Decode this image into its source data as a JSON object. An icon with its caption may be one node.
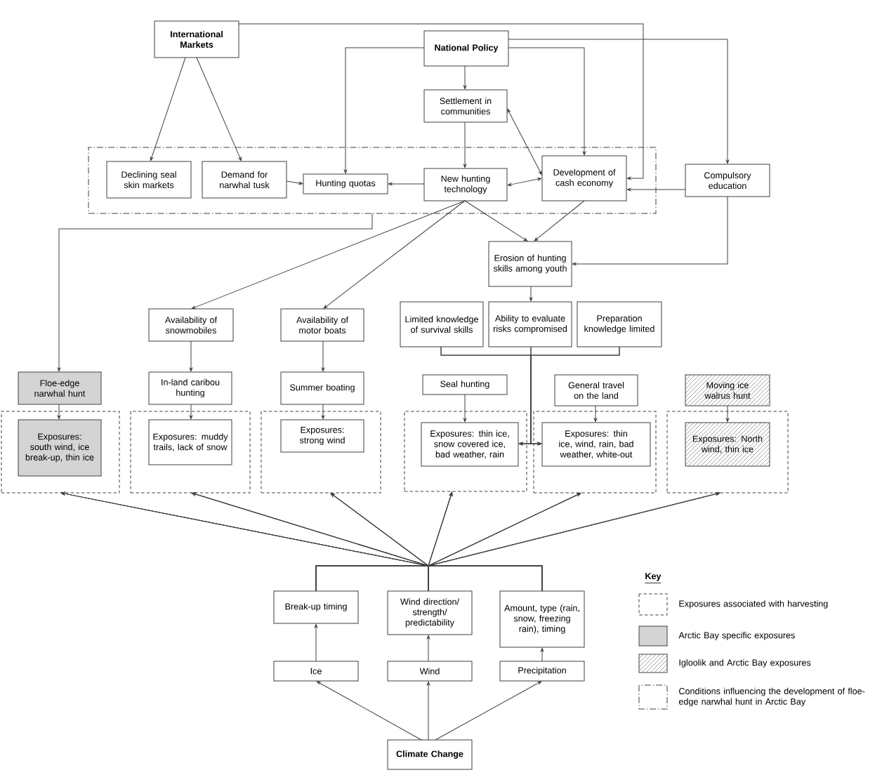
{
  "diagram": {
    "nodes": [
      {
        "text": [
          "International Markets"
        ]
      },
      {
        "text": [
          "National Policy"
        ]
      },
      {
        "text": [
          "Settlement in communities"
        ]
      },
      {
        "text": [],
        "shape": "box"
      },
      {
        "text": [
          "Declining seal skin markets"
        ],
        "in": 3
      },
      {
        "text": [
          "Demand for narwhal tusk"
        ],
        "in": 3
      },
      {
        "text": [
          "Hunting quotas"
        ],
        "in": 3
      },
      {
        "text": [
          "New hunting technology"
        ],
        "in": 3
      },
      {
        "text": [
          "Development of cash economy"
        ],
        "in": 3
      },
      {
        "text": [
          "Compulsory education"
        ]
      },
      {
        "text": [
          "Erosion of hunting skills among youth"
        ]
      },
      {
        "text": [
          "Availability of snowmobiles"
        ]
      },
      {
        "text": [
          "Availability of motor boats"
        ]
      },
      {
        "text": [
          "Limited knowledge of survival skills"
        ]
      },
      {
        "text": [
          "Ability to evaluate risks compromised"
        ]
      },
      {
        "text": [
          "Preparation knowledge limited"
        ]
      },
      {
        "text": [
          "Floe-edge narwhal hunt"
        ]
      },
      {
        "text": [
          "In-land caribou hunting"
        ]
      },
      {
        "text": [
          "Summer boating"
        ]
      },
      {
        "text": [
          "Seal hunting"
        ]
      },
      {
        "text": [
          "General travel on the land"
        ]
      },
      {
        "text": [
          "Moving ice walrus hunt"
        ]
      },
      {
        "text": [],
        "shape": "box"
      },
      {
        "text": [
          "Exposures: south wind, ice break-up, thin ice"
        ],
        "in": 22
      },
      {
        "text": [],
        "shape": "box"
      },
      {
        "text": [
          "Exposures: muddy trails, lack of snow"
        ],
        "in": 24
      },
      {
        "text": [],
        "shape": "box"
      },
      {
        "text": [
          "Exposures: strong wind"
        ],
        "in": 26
      },
      {
        "text": [],
        "shape": "box"
      },
      {
        "text": [
          "Exposures: thin ice, snow covered ice, bad weather, rain"
        ],
        "in": 28
      },
      {
        "text": [],
        "shape": "box"
      },
      {
        "text": [
          "Exposures: thin ice, wind, rain, bad weather, white-out"
        ],
        "in": 30
      },
      {
        "text": [],
        "shape": "box"
      },
      {
        "text": [
          "Exposures: North wind, thin ice"
        ],
        "in": 32
      },
      {
        "text": [
          "Break-up timing"
        ]
      },
      {
        "text": [
          "Wind direction/ strength/ predictability"
        ]
      },
      {
        "text": [
          "Amount, type (rain, snow, freezing rain), timing"
        ]
      },
      {
        "text": [
          "Ice"
        ]
      },
      {
        "text": [
          "Wind"
        ]
      },
      {
        "text": [
          "Precipitation"
        ]
      },
      {
        "text": [
          "Climate Change"
        ]
      }
    ],
    "edges": [
      {
        "from": 0,
        "to": 4,
        "arrow": "to"
      },
      {
        "from": 0,
        "to": 5,
        "arrow": "to"
      },
      {
        "from": 0,
        "to": 8,
        "arrow": "to"
      },
      {
        "from": 1,
        "to": 6,
        "arrow": "to"
      },
      {
        "from": 1,
        "to": 8,
        "arrow": "to"
      },
      {
        "from": 1,
        "to": 9,
        "arrow": "to"
      },
      {
        "from": 1,
        "to": 2,
        "arrow": "to"
      },
      {
        "from": 2,
        "to": 7,
        "arrow": "to"
      },
      {
        "from": 2,
        "to": 8,
        "arrow": "both"
      },
      {
        "from": 7,
        "to": 8,
        "arrow": "both"
      },
      {
        "from": 5,
        "to": 6,
        "arrow": "to"
      },
      {
        "from": 7,
        "to": 6,
        "arrow": "to"
      },
      {
        "from": 9,
        "to": 8,
        "arrow": "to"
      },
      {
        "from": 9,
        "to": 10,
        "arrow": "to"
      },
      {
        "from": 7,
        "to": 10,
        "arrow": "to"
      },
      {
        "from": 8,
        "to": 10,
        "arrow": "to"
      },
      {
        "from": 7,
        "to": 11,
        "arrow": "to"
      },
      {
        "from": 7,
        "to": 12,
        "arrow": "to"
      },
      {
        "from": 3,
        "to": 16,
        "arrow": "to"
      },
      {
        "from": 10,
        "to": 14,
        "arrow": "to"
      },
      {
        "from": 13,
        "to": 29,
        "arrow": "to"
      },
      {
        "from": 13,
        "to": 31,
        "arrow": "to"
      },
      {
        "from": 14,
        "to": 29,
        "arrow": "to"
      },
      {
        "from": 14,
        "to": 31,
        "arrow": "to"
      },
      {
        "from": 15,
        "to": 29,
        "arrow": "to"
      },
      {
        "from": 15,
        "to": 31,
        "arrow": "to"
      },
      {
        "from": 11,
        "to": 17,
        "arrow": "to"
      },
      {
        "from": 12,
        "to": 18,
        "arrow": "to"
      },
      {
        "from": 16,
        "to": 23,
        "arrow": "to"
      },
      {
        "from": 17,
        "to": 25,
        "arrow": "to"
      },
      {
        "from": 18,
        "to": 27,
        "arrow": "to"
      },
      {
        "from": 19,
        "to": 29,
        "arrow": "to"
      },
      {
        "from": 20,
        "to": 31,
        "arrow": "to"
      },
      {
        "from": 21,
        "to": 33,
        "arrow": "to"
      },
      {
        "from": 40,
        "to": 37,
        "arrow": "to"
      },
      {
        "from": 40,
        "to": 38,
        "arrow": "to"
      },
      {
        "from": 40,
        "to": 39,
        "arrow": "to"
      },
      {
        "from": 37,
        "to": 34,
        "arrow": "to"
      },
      {
        "from": 38,
        "to": 35,
        "arrow": "to"
      },
      {
        "from": 39,
        "to": 36,
        "arrow": "to"
      },
      {
        "from": 34,
        "to": 22,
        "arrow": "to"
      },
      {
        "from": 34,
        "to": 24,
        "arrow": "to"
      },
      {
        "from": 34,
        "to": 26,
        "arrow": "to"
      },
      {
        "from": 34,
        "to": 28,
        "arrow": "to"
      },
      {
        "from": 34,
        "to": 30,
        "arrow": "to"
      },
      {
        "from": 34,
        "to": 32,
        "arrow": "to"
      },
      {
        "from": 35,
        "to": 22,
        "arrow": "to"
      },
      {
        "from": 35,
        "to": 24,
        "arrow": "to"
      },
      {
        "from": 35,
        "to": 26,
        "arrow": "to"
      },
      {
        "from": 35,
        "to": 28,
        "arrow": "to"
      },
      {
        "from": 35,
        "to": 30,
        "arrow": "to"
      },
      {
        "from": 35,
        "to": 32,
        "arrow": "to"
      },
      {
        "from": 36,
        "to": 22,
        "arrow": "to"
      },
      {
        "from": 36,
        "to": 24,
        "arrow": "to"
      },
      {
        "from": 36,
        "to": 26,
        "arrow": "to"
      },
      {
        "from": 36,
        "to": 28,
        "arrow": "to"
      },
      {
        "from": 36,
        "to": 30,
        "arrow": "to"
      },
      {
        "from": 36,
        "to": 32,
        "arrow": "to"
      }
    ],
    "labels": [
      "Key"
    ],
    "legend": [
      {
        "text": "Exposures associated with harvesting"
      },
      {
        "text": "Arctic Bay specific exposures",
        "color": "#d4d4d4"
      },
      {
        "text": "Igloolik and Arctic Bay exposures"
      },
      {
        "text": "Conditions influencing the development of floe-edge narwhal hunt in Arctic Bay"
      }
    ]
  }
}
